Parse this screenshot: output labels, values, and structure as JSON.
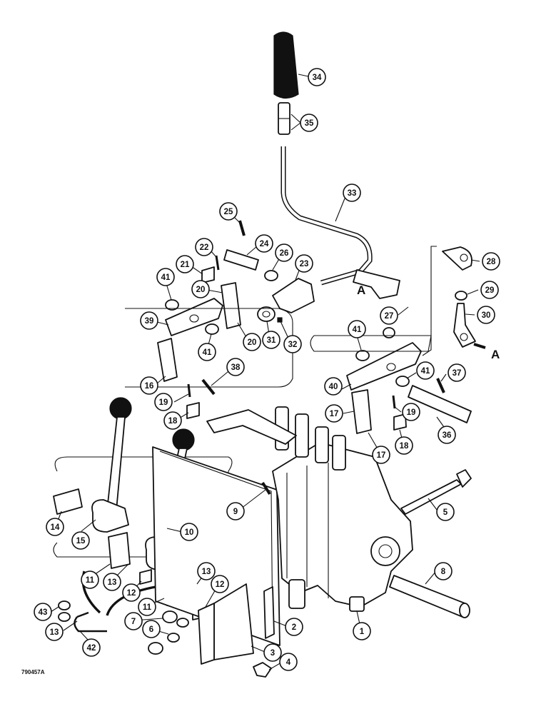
{
  "drawing_number": "790457A",
  "reference_labels": {
    "upper": "A",
    "right": "A"
  },
  "callouts": {
    "c1": "1",
    "c2": "2",
    "c3": "3",
    "c4": "4",
    "c5": "5",
    "c6": "6",
    "c7": "7",
    "c8": "8",
    "c9": "9",
    "c10": "10",
    "c11": "11",
    "c12": "12",
    "c13": "13",
    "c14": "14",
    "c15": "15",
    "c16": "16",
    "c17": "17",
    "c18": "18",
    "c19": "19",
    "c20": "20",
    "c21": "21",
    "c22": "22",
    "c23": "23",
    "c24": "24",
    "c25": "25",
    "c26": "26",
    "c27": "27",
    "c28": "28",
    "c29": "29",
    "c30": "30",
    "c31": "31",
    "c32": "32",
    "c33": "33",
    "c34": "34",
    "c35": "35",
    "c36": "36",
    "c37": "37",
    "c38": "38",
    "c39": "39",
    "c40": "40",
    "c41": "41",
    "c42": "42",
    "c43": "43"
  }
}
